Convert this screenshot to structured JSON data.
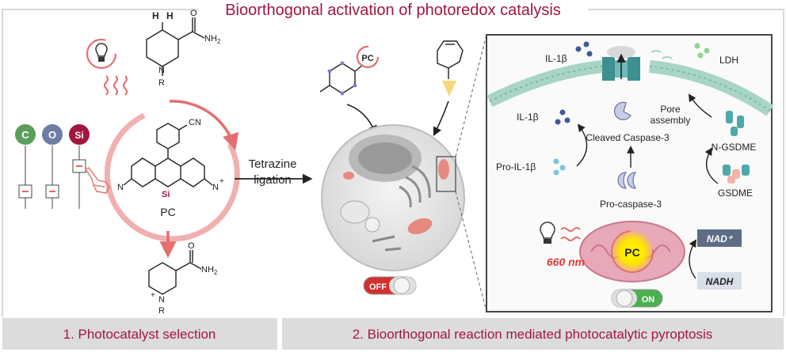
{
  "title": "Bioorthogonal activation of photoredox catalysis",
  "left": {
    "footer": "1. Photocatalyst selection",
    "switches": [
      {
        "letter": "C",
        "color": "#5b9e5a"
      },
      {
        "letter": "O",
        "color": "#6e7da3"
      },
      {
        "letter": "Si",
        "color": "#a3163f"
      }
    ],
    "nad_top": {
      "h1": "H",
      "h2": "H",
      "amide": "NH",
      "amide_sub": "2",
      "n": "N",
      "r": "R"
    },
    "pc_core": {
      "cn": "CN",
      "n_left": "N",
      "n_right": "N",
      "plus": "+",
      "si": "Si",
      "label": "PC"
    },
    "nad_bottom": {
      "amide": "NH",
      "amide_sub": "2",
      "n": "N",
      "plus": "+",
      "r": "R"
    }
  },
  "middle": {
    "pc_tag": "PC",
    "arrow_label_1": "Tetrazine",
    "arrow_label_2": "ligation",
    "toggle_off": "OFF"
  },
  "right": {
    "footer": "2. Bioorthogonal reaction mediated photocatalytic pyroptosis",
    "labels": {
      "il1b_top": "IL-1β",
      "ldh": "LDH",
      "il1b_mid": "IL-1β",
      "pore_1": "Pore",
      "pore_2": "assembly",
      "cleaved": "Cleaved Caspase-3",
      "ngsdme": "N-GSDME",
      "pro_il1b": "Pro-IL-1β",
      "gsdme": "GSDME",
      "procasp": "Pro-caspase-3",
      "pc": "PC",
      "nm": "660 nm",
      "nad_plus": "NAD⁺",
      "nadh": "NADH",
      "toggle_on": "ON"
    }
  },
  "colors": {
    "title": "#a3163f",
    "accent": "#e36f6f",
    "on": "#4caf50",
    "off": "#d32f2f"
  }
}
